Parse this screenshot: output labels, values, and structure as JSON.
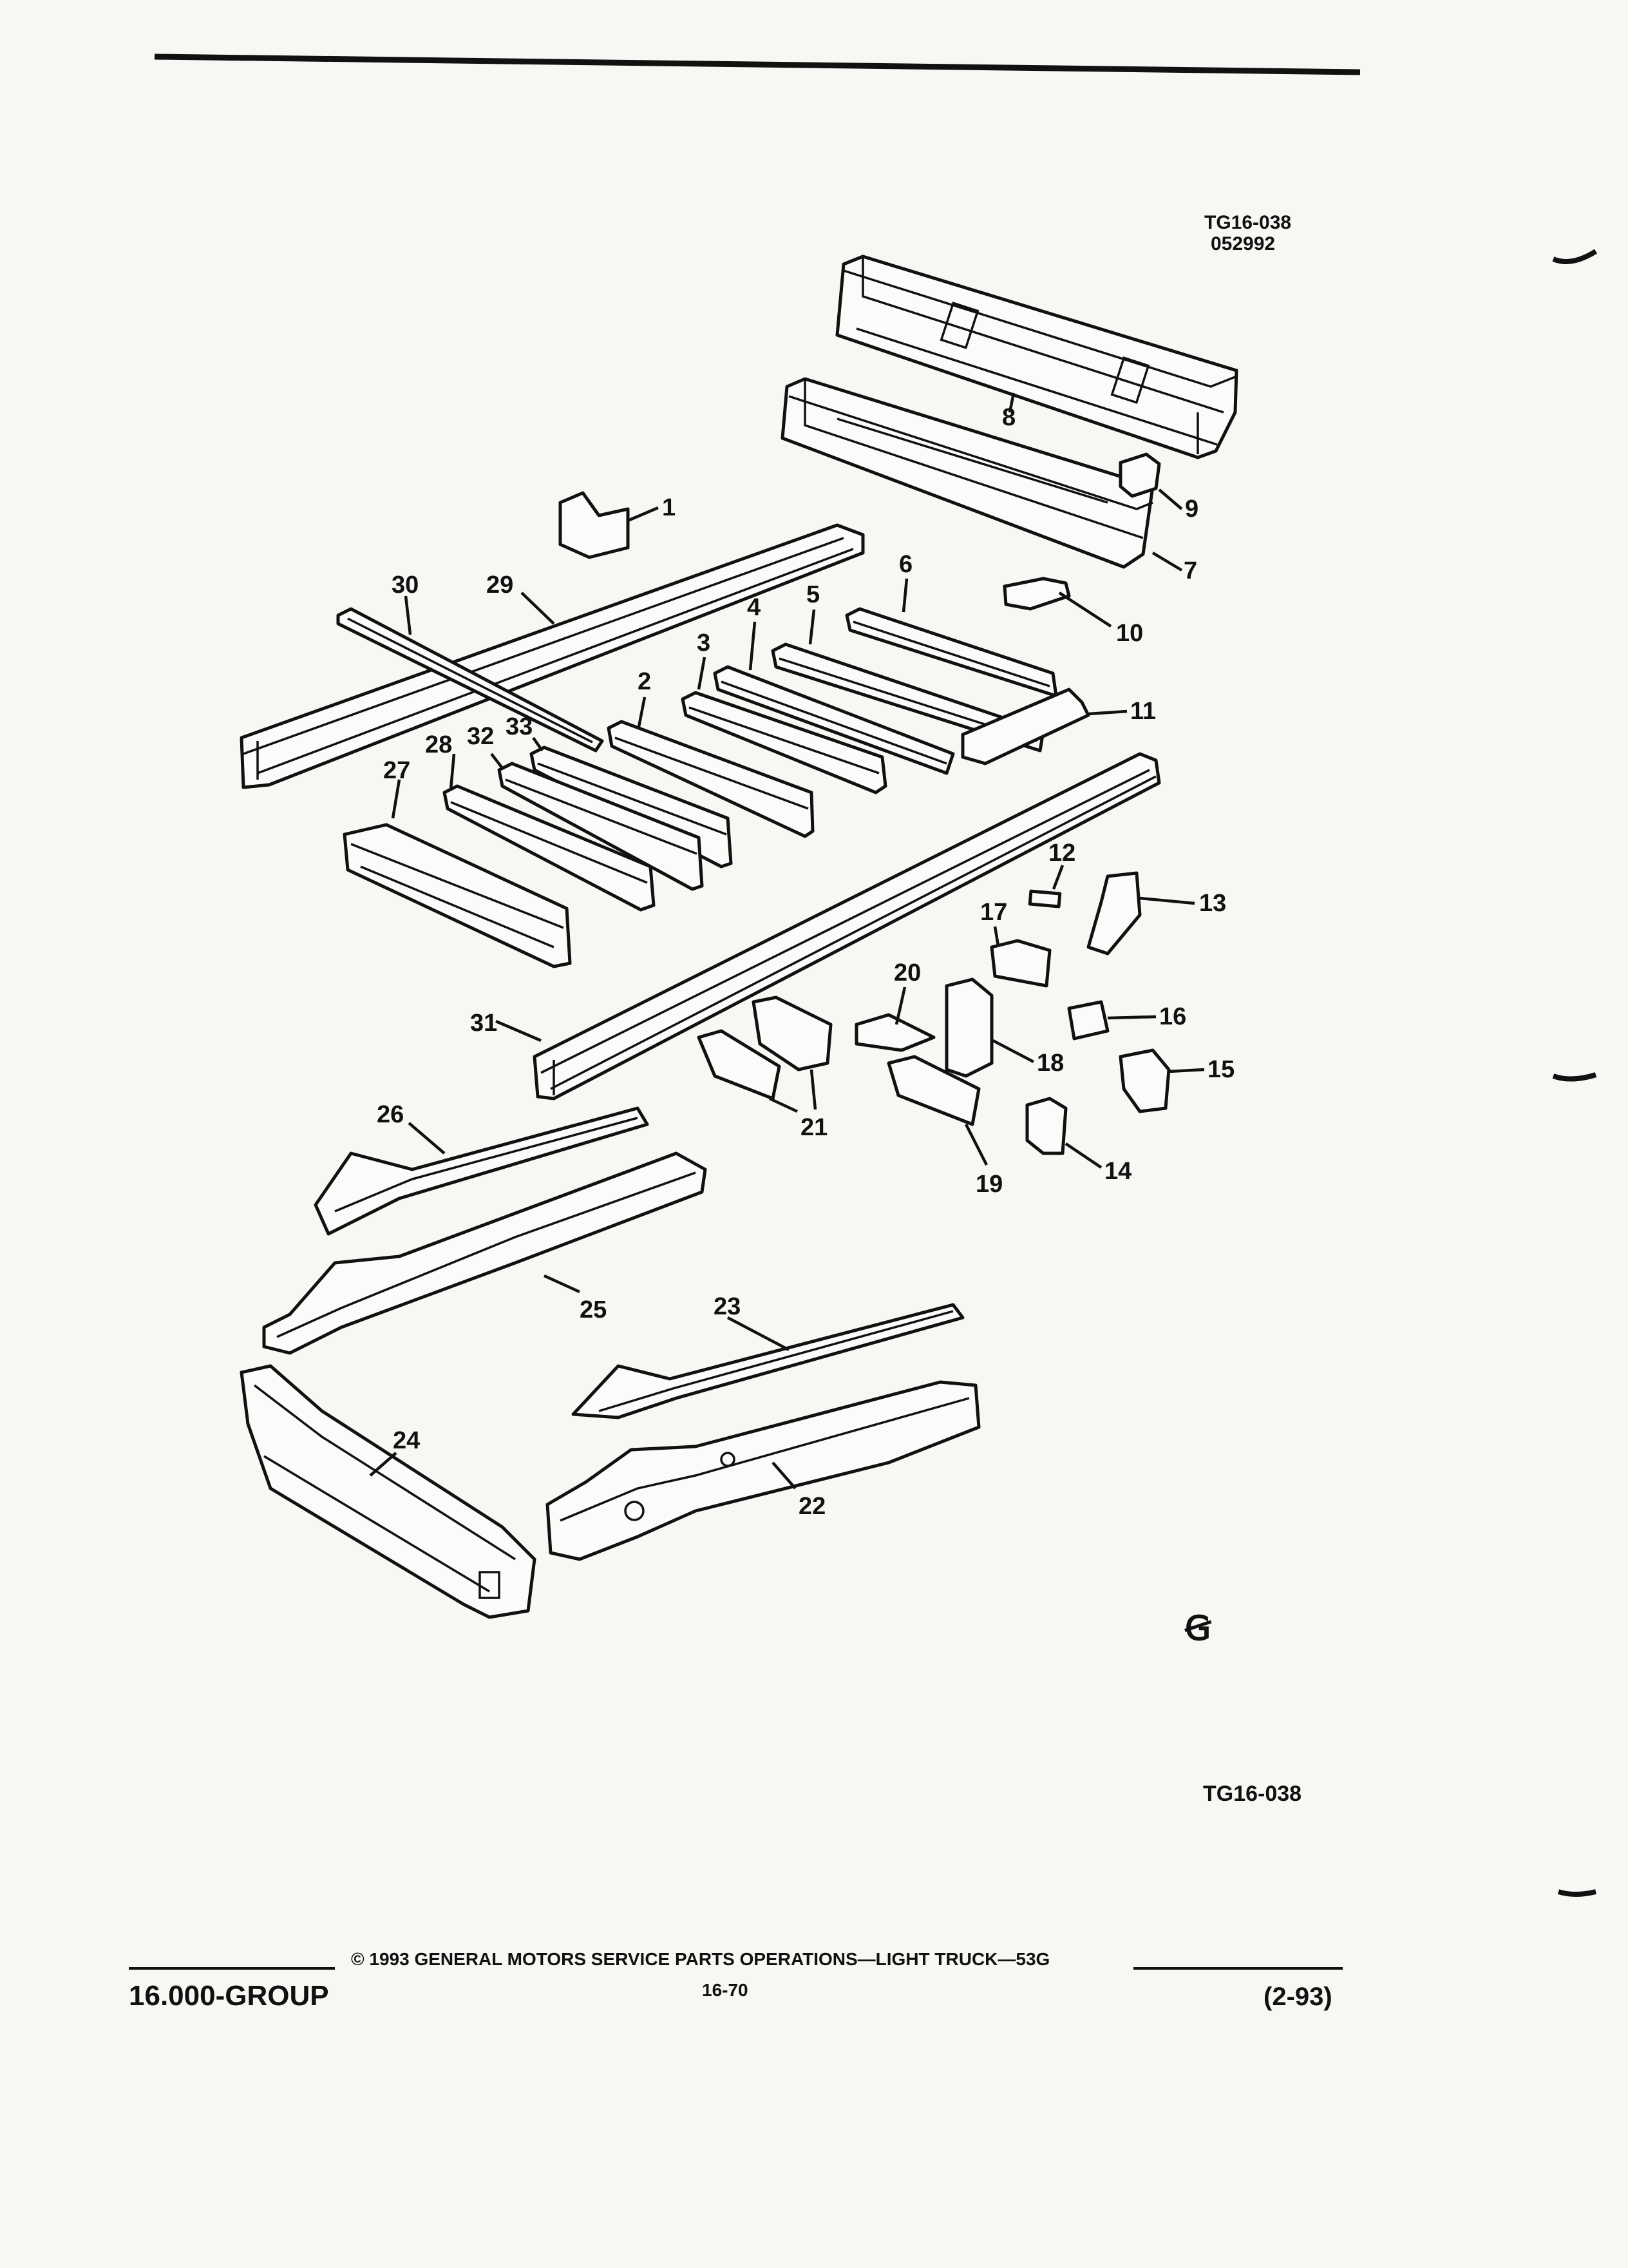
{
  "figure": {
    "id": "TG16-038",
    "date_code": "052992",
    "bottom_id": "TG16-038",
    "revision_mark": "Ꞡ"
  },
  "footer": {
    "group": "16.000-GROUP",
    "copyright": "© 1993 GENERAL MOTORS SERVICE PARTS OPERATIONS—LIGHT TRUCK—53G",
    "page_number": "16-70",
    "revision": "(2-93)"
  },
  "callouts": [
    "1",
    "2",
    "3",
    "4",
    "5",
    "6",
    "7",
    "8",
    "9",
    "10",
    "11",
    "12",
    "13",
    "14",
    "15",
    "16",
    "17",
    "18",
    "19",
    "20",
    "21",
    "22",
    "23",
    "24",
    "25",
    "26",
    "27",
    "28",
    "29",
    "30",
    "31",
    "32",
    "33"
  ]
}
